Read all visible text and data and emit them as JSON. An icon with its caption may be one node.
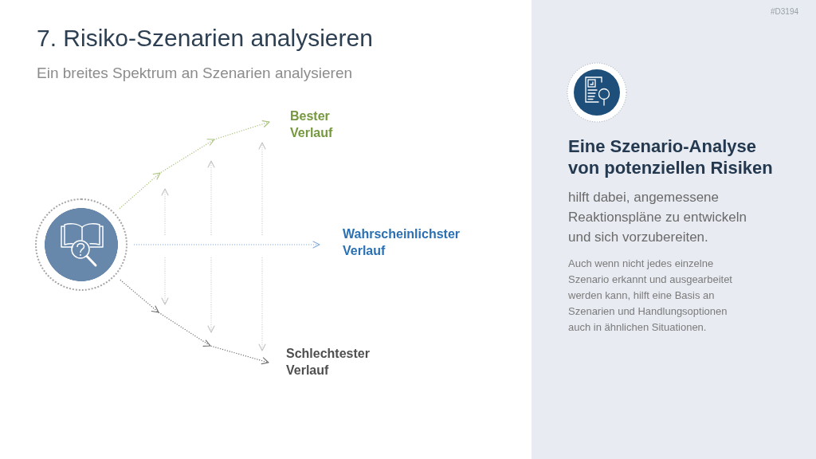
{
  "diagram": {
    "title": "7. Risiko-Szenarien analysieren",
    "nodes": [
      {
        "text": [],
        "shape": "circle"
      },
      {
        "text": [
          "Bester Verlauf"
        ]
      },
      {
        "text": [
          "Wahrscheinlichster Verlauf"
        ]
      },
      {
        "text": [
          "Schlechtester Verlauf"
        ]
      }
    ],
    "edges": [
      {
        "from": 0,
        "to": 1,
        "arrow": "to",
        "style": "dashed",
        "color": "#a8c27c"
      },
      {
        "from": 0,
        "to": 2,
        "arrow": "to",
        "style": "dashed",
        "color": "#86acd9"
      },
      {
        "from": 0,
        "to": 3,
        "arrow": "to",
        "style": "dashed",
        "color": "#6e6e6e"
      }
    ],
    "labels": [
      "Ein breites Spektrum an Szenarien analysieren",
      "#D3194",
      "Eine Szenario-Analyse von potenziellen Risiken",
      "hilft dabei, angemessene Reaktionspläne zu entwickeln und sich vorzubereiten.",
      "Auch wenn nicht jedes einzelne Szenario erkannt und ausgearbeitet werden kann, hilft eine Basis an Szenarien und Handlungsoptionen auch in ähnlichen Situationen."
    ]
  }
}
